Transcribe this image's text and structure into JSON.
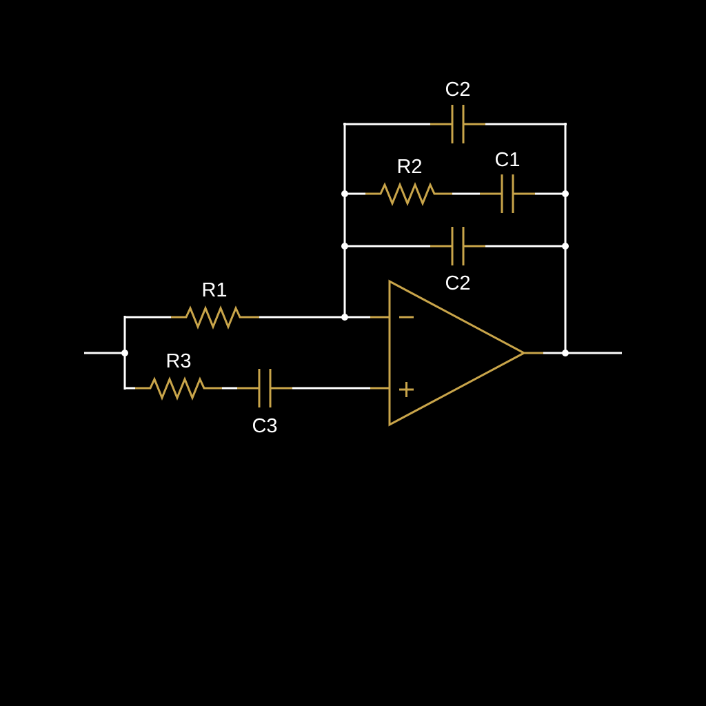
{
  "colors": {
    "background": "#000000",
    "wire": "#ffffff",
    "component": "#c9a54a"
  },
  "labels": {
    "c2_top": "C2",
    "r2": "R2",
    "c1": "C1",
    "c2_bottom": "C2",
    "r1": "R1",
    "r3": "R3",
    "c3": "C3"
  },
  "opamp": {
    "inverting_symbol": "−",
    "noninverting_symbol": "+"
  }
}
